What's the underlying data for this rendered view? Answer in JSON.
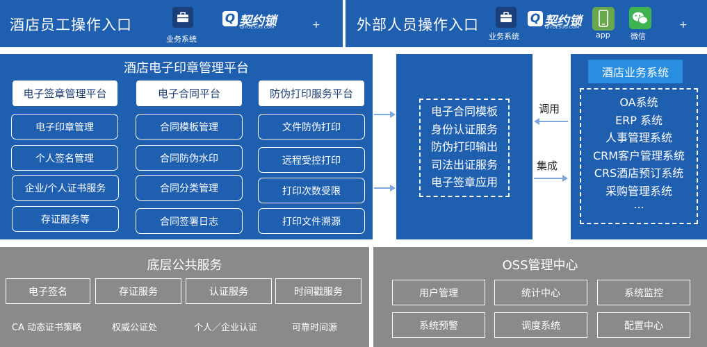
{
  "top_left": {
    "title": "酒店员工操作入口",
    "biz_label": "业务系统",
    "brand_name": "契约锁",
    "brand_sub": "QIYUESUO.COM",
    "plus": "+"
  },
  "top_right": {
    "title": "外部人员操作入口",
    "biz_label": "业务系统",
    "brand_name": "契约锁",
    "brand_sub": "QIYUESUO.COM",
    "app_label": "app",
    "wechat_label": "微信",
    "plus": "+"
  },
  "platform": {
    "title": "酒店电子印章管理平台",
    "columns": [
      {
        "header": "电子签章管理平台",
        "items": [
          "电子印章管理",
          "个人签名管理",
          "企业/个人证书服务",
          "存证服务等"
        ]
      },
      {
        "header": "电子合同平台",
        "items": [
          "合同模板管理",
          "合同防伪水印",
          "合同分类管理",
          "合同签署日志"
        ]
      },
      {
        "header": "防伪打印服务平台",
        "items": [
          "文件防伪打印",
          "远程受控打印",
          "打印次数受限",
          "打印文件溯源"
        ]
      }
    ]
  },
  "services": {
    "items": [
      "电子合同模板",
      "身份认证服务",
      "防伪打印输出",
      "司法出证服务",
      "电子签章应用"
    ]
  },
  "links": {
    "call": "调用",
    "integrate": "集成"
  },
  "hotel_systems": {
    "title": "酒店业务系统",
    "items": [
      "OA系统",
      "ERP 系统",
      "人事管理系统",
      "CRM客户管理系统",
      "CRS酒店预订系统",
      "采购管理系统",
      "..."
    ]
  },
  "base_services": {
    "title": "底层公共服务",
    "boxes": [
      "电子签名",
      "存证服务",
      "认证服务",
      "时间戳服务"
    ],
    "notes": [
      "CA 动态证书策略",
      "权威公证处",
      "个人／企业认证",
      "可靠时间源"
    ]
  },
  "oss": {
    "title": "OSS管理中心",
    "row1": [
      "用户管理",
      "统计中心",
      "系统监控"
    ],
    "row2": [
      "系统预警",
      "调度系统",
      "配置中心"
    ]
  },
  "colors": {
    "blue": "#1f5fb0",
    "gray": "#8a8a8a",
    "arrow": "#7fa8dc"
  }
}
